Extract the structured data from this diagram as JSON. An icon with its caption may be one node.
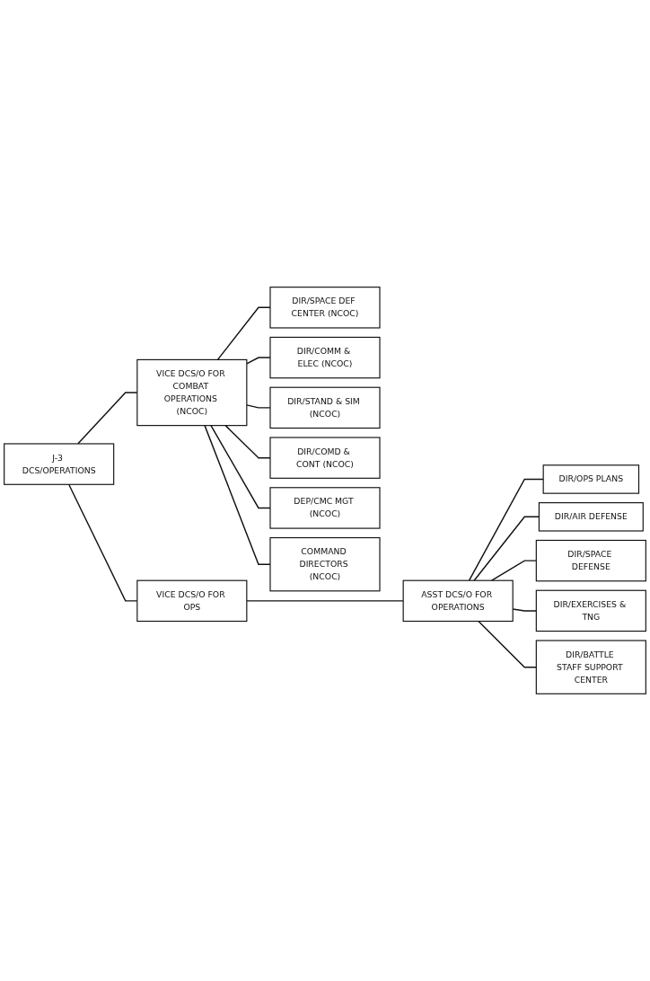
{
  "diagram": {
    "nodes": [
      {
        "text": [
          "J-3 DCS/OPERATIONS"
        ]
      },
      {
        "text": [
          "VICE DCS/O FOR COMBAT OPERATIONS (NCOC)"
        ]
      },
      {
        "text": [
          "VICE DCS/O FOR OPS"
        ]
      },
      {
        "text": [
          "COMMAND DIRECTORS (NCOC)"
        ]
      },
      {
        "text": [
          "DEP/CMC MGT (NCOC)"
        ]
      },
      {
        "text": [
          "DIR/COMD & CONT (NCOC)"
        ]
      },
      {
        "text": [
          "DIR/STAND & SIM (NCOC)"
        ]
      },
      {
        "text": [
          "DIR/COMM & ELEC (NCOC)"
        ]
      },
      {
        "text": [
          "DIR/SPACE DEF CENTER (NCOC)"
        ]
      },
      {
        "text": [
          "ASST DCS/O FOR OPERATIONS"
        ]
      },
      {
        "text": [
          "DIR/OPS PLANS"
        ]
      },
      {
        "text": [
          "DIR/AIR DEFENSE"
        ]
      },
      {
        "text": [
          "DIR/SPACE DEFENSE"
        ]
      },
      {
        "text": [
          "DIR/EXERCISES & TNG"
        ]
      },
      {
        "text": [
          "DIR/BATTLE STAFF SUPPORT CENTER"
        ]
      }
    ],
    "edges": [
      {
        "from": 0,
        "to": 1,
        "arrow": "none"
      },
      {
        "from": 0,
        "to": 2,
        "arrow": "none"
      },
      {
        "from": 1,
        "to": 3,
        "arrow": "none"
      },
      {
        "from": 1,
        "to": 4,
        "arrow": "none"
      },
      {
        "from": 1,
        "to": 5,
        "arrow": "none"
      },
      {
        "from": 1,
        "to": 6,
        "arrow": "none"
      },
      {
        "from": 1,
        "to": 7,
        "arrow": "none"
      },
      {
        "from": 1,
        "to": 8,
        "arrow": "none"
      },
      {
        "from": 2,
        "to": 9,
        "arrow": "none"
      },
      {
        "from": 9,
        "to": 10,
        "arrow": "none"
      },
      {
        "from": 9,
        "to": 11,
        "arrow": "none"
      },
      {
        "from": 9,
        "to": 12,
        "arrow": "none"
      },
      {
        "from": 9,
        "to": 13,
        "arrow": "none"
      },
      {
        "from": 9,
        "to": 14,
        "arrow": "none"
      }
    ]
  }
}
